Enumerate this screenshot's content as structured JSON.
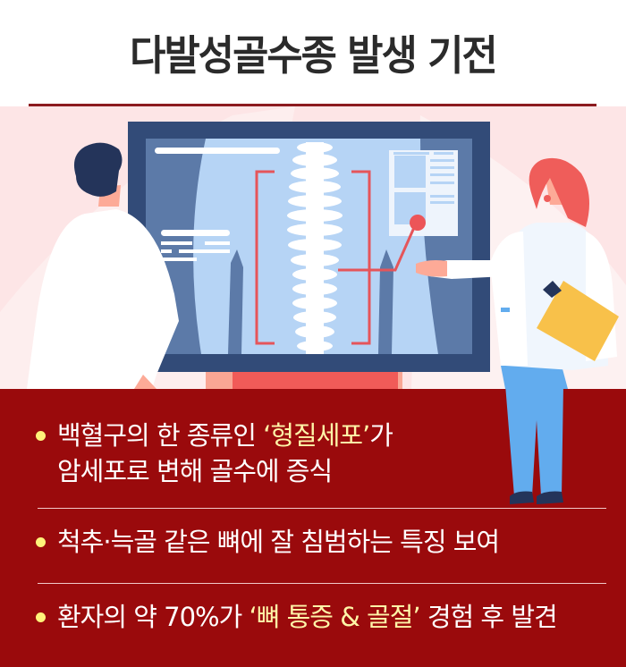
{
  "header": {
    "title": "다발성골수종 발생 기전"
  },
  "illustration": {
    "description": "Two doctors reviewing a spine X-ray on a monitor",
    "icons": [
      "doctor-male-back-icon",
      "xray-monitor-icon",
      "spine-icon",
      "doctor-female-presenting-icon",
      "clipboard-icon"
    ],
    "colors": {
      "background": "#fde5e6",
      "monitor_frame": "#324b78",
      "screen": "#b6d4f5",
      "accent_red": "#ef5a5a",
      "hair_female": "#ef5d5a",
      "clipboard": "#f8c14a",
      "pants": "#62acee"
    }
  },
  "points": [
    {
      "line1_pre": "백혈구의 한 종류인 ",
      "line1_highlight": "‘형질세포’",
      "line1_post": "가",
      "line2": "암세포로 변해 골수에 증식"
    },
    {
      "line1": "척추·늑골 같은 뼈에 잘 침범하는 특징 보여"
    },
    {
      "line1_pre": "환자의 약 70%가 ",
      "line1_highlight": "‘뼈 통증 & 골절’",
      "line1_post": " 경험 후 발견"
    }
  ],
  "colors": {
    "title_text": "#2b2b2b",
    "rule": "#8c1a1f",
    "panel_bg": "#9a0a0c",
    "bullet": "#fff27a",
    "highlight": "#fff5a8"
  }
}
